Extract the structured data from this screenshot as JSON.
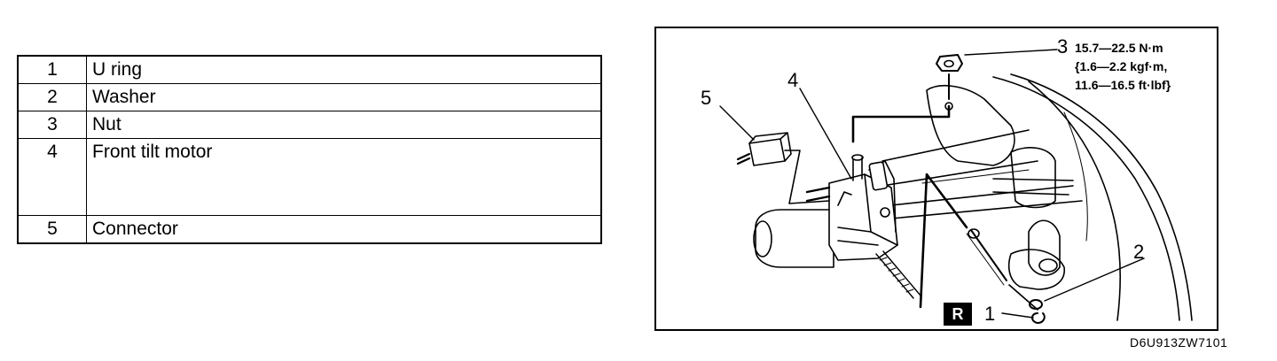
{
  "parts": [
    {
      "num": "1",
      "name": "U ring"
    },
    {
      "num": "2",
      "name": "Washer"
    },
    {
      "num": "3",
      "name": "Nut"
    },
    {
      "num": "4",
      "name": "Front tilt motor"
    },
    {
      "num": "5",
      "name": "Connector"
    }
  ],
  "figure": {
    "callouts": {
      "c1": "1",
      "c2": "2",
      "c3": "3",
      "c4": "4",
      "c5": "5"
    },
    "torque": {
      "line1": "15.7—22.5 N·m",
      "line2": "{1.6—2.2 kgf·m,",
      "line3": "11.6—16.5 ft·lbf}"
    },
    "badge": "R",
    "code": "D6U913ZW7101"
  }
}
